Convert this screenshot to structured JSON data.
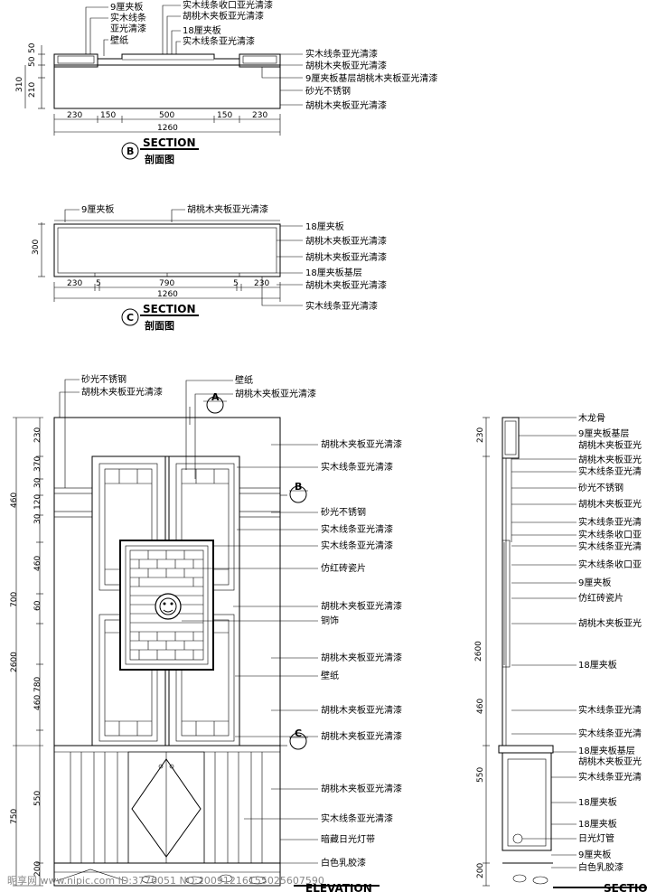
{
  "section_b": {
    "heading": "SECTION",
    "subheading": "剖面图",
    "marker": "B",
    "callouts": [
      "9厘夹板",
      "实木线条",
      "亚光清漆",
      "壁纸",
      "实木线条收口亚光清漆",
      "胡桃木夹板亚光清漆",
      "18厘夹板",
      "实木线条亚光清漆",
      "实木线条亚光清漆",
      "胡桃木夹板亚光清漆",
      "9厘夹板基层胡桃木夹板亚光清漆",
      "砂光不锈钢",
      "胡桃木夹板亚光清漆"
    ],
    "vdims": [
      "50",
      "50",
      "310",
      "210"
    ],
    "hdims": [
      "230",
      "150",
      "500",
      "150",
      "230"
    ],
    "total": "1260"
  },
  "section_c": {
    "heading": "SECTION",
    "subheading": "剖面图",
    "marker": "C",
    "callouts": [
      "9厘夹板",
      "胡桃木夹板亚光清漆",
      "18厘夹板",
      "胡桃木夹板亚光清漆",
      "胡桃木夹板亚光清漆",
      "18厘夹板基层",
      "胡桃木夹板亚光清漆",
      "实木线条亚光清漆"
    ],
    "vdims": [
      "300"
    ],
    "hdims": [
      "230",
      "5",
      "790",
      "5",
      "230"
    ],
    "total": "1260"
  },
  "elevation": {
    "heading": "ELEVATION",
    "markers": [
      "A",
      "B",
      "C"
    ],
    "callouts_left": [
      "砂光不锈钢",
      "胡桃木夹板亚光清漆",
      "壁纸",
      "胡桃木夹板亚光清漆"
    ],
    "callouts_right": [
      "胡桃木夹板亚光清漆",
      "实木线条亚光清漆",
      "砂光不锈钢",
      "实木线条亚光清漆",
      "实木线条亚光清漆",
      "仿红砖瓷片",
      "胡桃木夹板亚光清漆",
      "铜饰",
      "胡桃木夹板亚光清漆",
      "壁纸",
      "胡桃木夹板亚光清漆",
      "胡桃木夹板亚光清漆",
      "胡桃木夹板亚光清漆",
      "实木线条亚光清漆",
      "暗藏日光灯带",
      "白色乳胶漆"
    ],
    "vdims_inner": [
      "230",
      "370",
      "30",
      "120",
      "30",
      "460",
      "700",
      "60",
      "780",
      "460",
      "550",
      "200"
    ],
    "vdims_outer": [
      "460",
      "2600",
      "750"
    ]
  },
  "side_section": {
    "callouts": [
      "木龙骨",
      "9厘夹板基层",
      "胡桃木夹板亚光",
      "胡桃木夹板亚光",
      "实木线条亚光清",
      "砂光不锈钢",
      "胡桃木夹板亚光",
      "实木线条亚光清",
      "实木线条收口亚",
      "实木线条亚光清",
      "实木线条收口亚",
      "9厘夹板",
      "仿红砖瓷片",
      "胡桃木夹板亚光",
      "18厘夹板",
      "实木线条亚光清",
      "实木线条亚光清",
      "18厘夹板基层",
      "胡桃木夹板亚光",
      "实木线条亚光清",
      "18厘夹板",
      "18厘夹板",
      "日光灯管",
      "9厘夹板",
      "白色乳胶漆"
    ],
    "vdims": [
      "230",
      "2600",
      "550",
      "460",
      "200"
    ],
    "cut_label": "SECTION"
  },
  "watermark": "昵享网 www.nipic.com    ID:3776051 NO:20091216155025607590"
}
